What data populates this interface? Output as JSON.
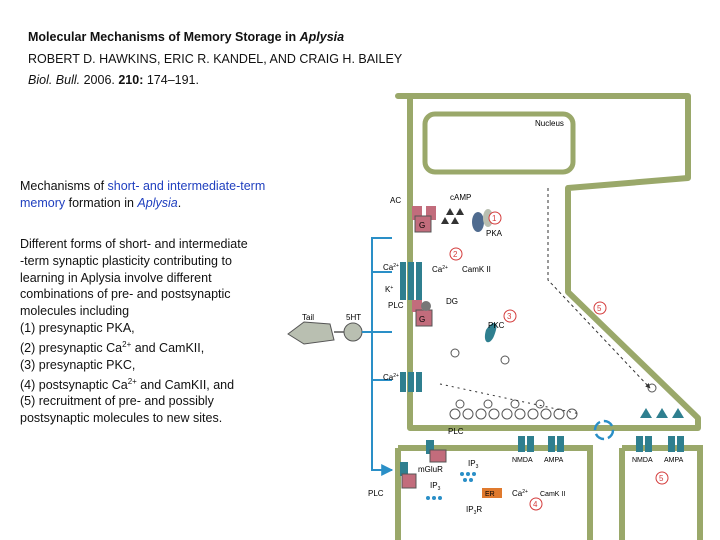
{
  "header": {
    "title_main": "Molecular Mechanisms of Memory Storage in ",
    "title_italic": "Aplysia",
    "authors": "ROBERT D. HAWKINS, ERIC R. KANDEL, AND CRAIG H. BAILEY",
    "journal": "Biol. Bull.",
    "year": " 2006. ",
    "volume": "210:",
    "pages": " 174–191."
  },
  "intro": {
    "part1": "Mechanisms of ",
    "hl1": "short- and intermediate-term memory",
    "part2": " formation in ",
    "hl2": "Aplysia",
    "part3": "."
  },
  "description": {
    "line1": "Different forms of short- and intermediate",
    "line2": "-term synaptic plasticity contributing to",
    "line3": "learning in Aplysia involve different",
    "line4": "combinations of pre- and postsynaptic",
    "line5": "molecules including",
    "item1": "(1) presynaptic PKA,",
    "item2_pre": "(2) presynaptic Ca",
    "item2_sup": "2+",
    "item2_post": " and CamKII,",
    "item3": "(3) presynaptic PKC,",
    "item4_pre": "(4) postsynaptic Ca",
    "item4_sup": "2+",
    "item4_post": " and CamKII, and",
    "item5_line1": "(5) recruitment of pre- and possibly",
    "item5_line2": "postsynaptic molecules to new sites."
  },
  "figure": {
    "nucleus": "Nucleus",
    "ac": "AC",
    "camp": "cAMP",
    "pka": "PKA",
    "g": "G",
    "ca": "Ca",
    "sup2": "2+",
    "camkii": "CamK II",
    "k": "K",
    "kplus": "+",
    "plc": "PLC",
    "dg": "DG",
    "pkc": "PKC",
    "tail": "Tail",
    "fiveht": "5HT",
    "mglur": "mGluR",
    "ip3": "IP",
    "sub3": "3",
    "er": "ER",
    "ip3r_base": "IP",
    "ip3r_suffix": "R",
    "nmda_post": "NMDA",
    "ampa_post": "AMPA",
    "nmda_right": "NMDA",
    "ampa_right": "AMPA",
    "n1": "1",
    "n2": "2",
    "n3": "3",
    "n4": "4",
    "n5": "5",
    "accent_red": "#d43c3c",
    "channel_teal": "#2f7f8f",
    "neuron_outline": "#9aa86a"
  }
}
